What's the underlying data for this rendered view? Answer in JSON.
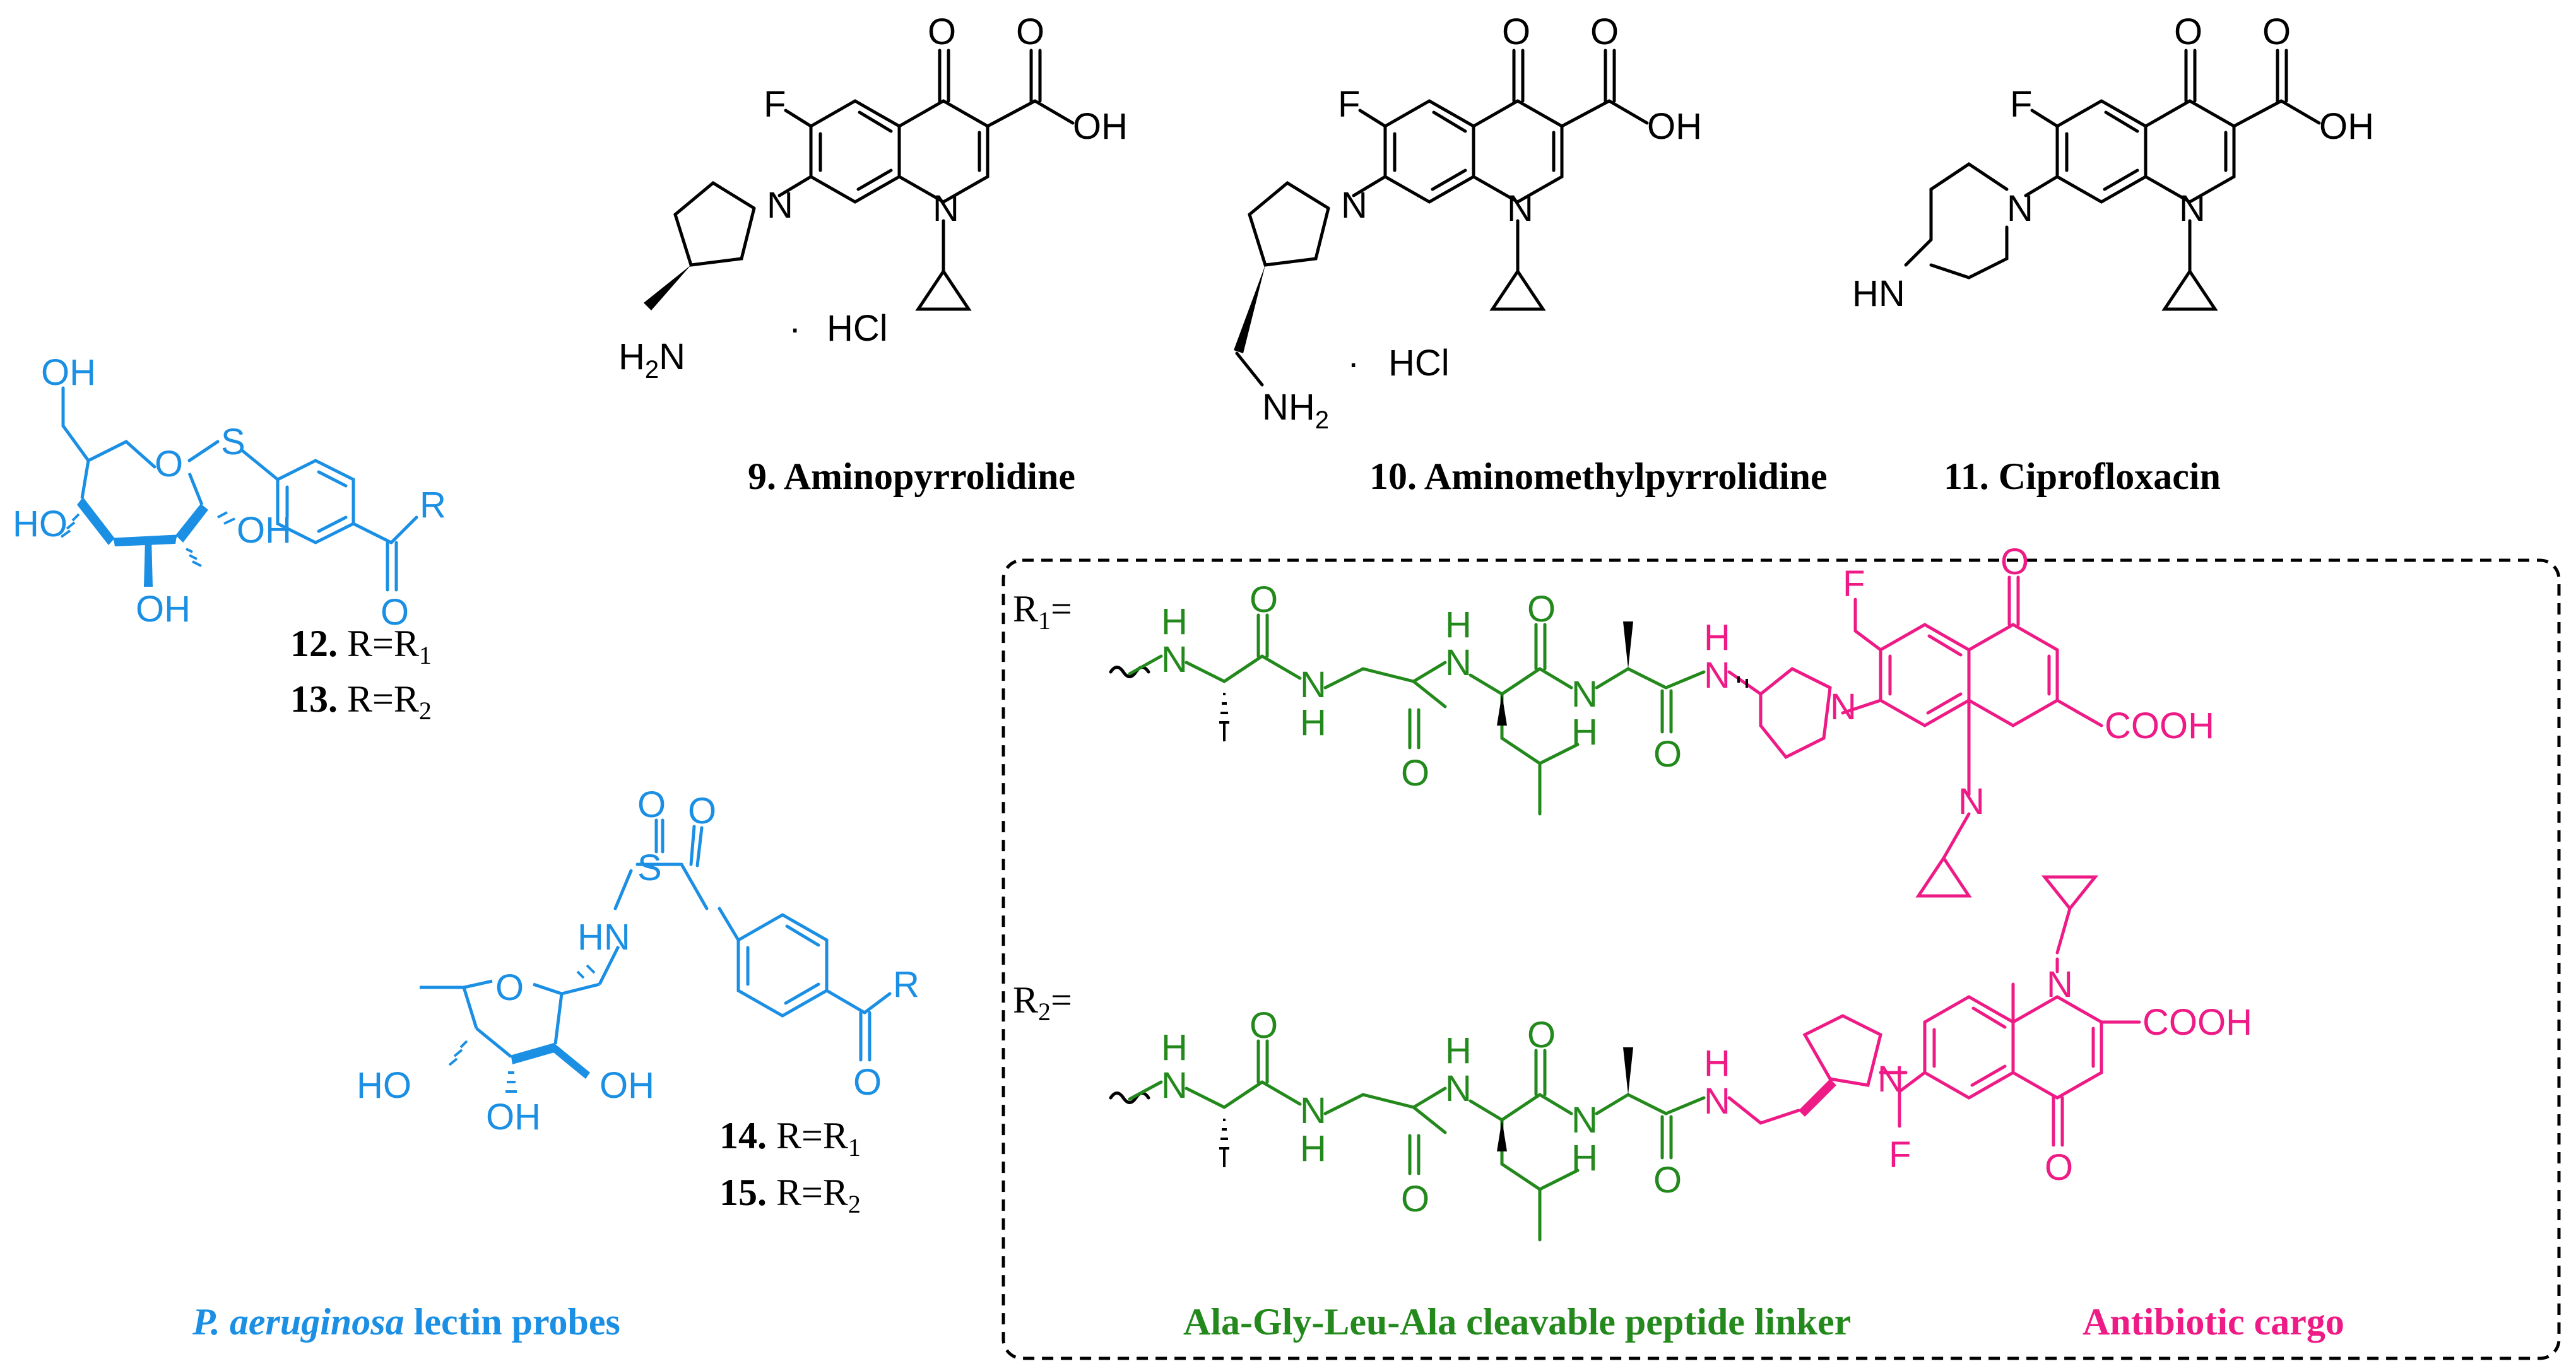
{
  "colors": {
    "black": "#000000",
    "blue": "#1a8fe3",
    "green": "#23891c",
    "magenta": "#ee1a86"
  },
  "compounds": {
    "c9": {
      "num": "9.",
      "name": "Aminopyrrolidine"
    },
    "c10": {
      "num": "10.",
      "name": "Aminomethylpyrrolidine"
    },
    "c11": {
      "num": "11.",
      "name": "Ciprofloxacin"
    },
    "c12": {
      "num": "12.",
      "r": "R=R",
      "sub": "1"
    },
    "c13": {
      "num": "13.",
      "r": "R=R",
      "sub": "2"
    },
    "c14": {
      "num": "14.",
      "r": "R=R",
      "sub": "1"
    },
    "c15": {
      "num": "15.",
      "r": "R=R",
      "sub": "2"
    }
  },
  "atoms": {
    "O": "O",
    "OH": "OH",
    "HO": "HO",
    "F": "F",
    "N": "N",
    "H": "H",
    "HN": "HN",
    "NH": "NH",
    "S": "S",
    "R": "R",
    "HCl": "HCl",
    "dot": "·",
    "COOH": "COOH",
    "H2N_h": "H",
    "H2N_2": "2",
    "H2N_n": "N",
    "NH2_n": "NH",
    "NH2_2": "2"
  },
  "box": {
    "r1_label": "R",
    "r1_sub": "1",
    "r1_eq": "=",
    "r2_label": "R",
    "r2_sub": "2",
    "r2_eq": "=",
    "linker_caption": "Ala-Gly-Leu-Ala cleavable peptide linker",
    "cargo_caption": "Antibiotic cargo"
  },
  "lectin_caption": {
    "italic": "P. aeruginosa",
    "rest": " lectin probes"
  }
}
